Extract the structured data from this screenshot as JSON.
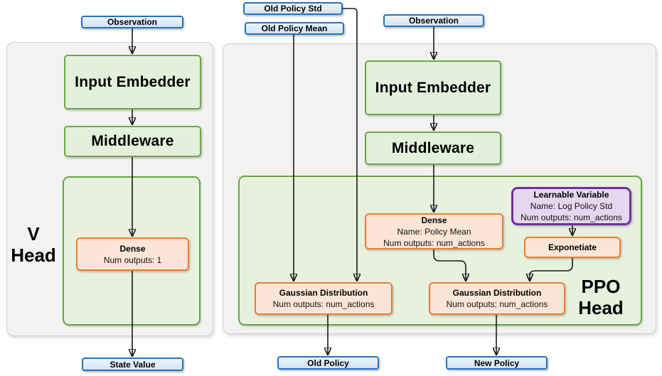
{
  "nodes": {
    "observation_left": {
      "label": "Observation"
    },
    "observation_right": {
      "label": "Observation"
    },
    "old_policy_std": {
      "label": "Old Policy Std"
    },
    "old_policy_mean": {
      "label": "Old Policy Mean"
    },
    "input_embedder_left": {
      "label": "Input Embedder"
    },
    "input_embedder_right": {
      "label": "Input Embedder"
    },
    "middleware_left": {
      "label": "Middleware"
    },
    "middleware_right": {
      "label": "Middleware"
    },
    "v_head": {
      "label_line1": "V",
      "label_line2": "Head"
    },
    "ppo_head": {
      "label_line1": "PPO",
      "label_line2": "Head"
    },
    "dense_v": {
      "title": "Dense",
      "lines": [
        "Num outputs: 1"
      ]
    },
    "dense_policy_mean": {
      "title": "Dense",
      "lines": [
        "Name: Policy Mean",
        "Num outputs: num_actions"
      ]
    },
    "learnable_variable": {
      "title": "Learnable Variable",
      "lines": [
        "Name: Log Policy Std",
        "Num outputs: num_actions"
      ]
    },
    "exponetiate": {
      "label": "Exponetiate"
    },
    "gaussian_old": {
      "title": "Gaussian Distribution",
      "lines": [
        "Num outputs: num_actions"
      ]
    },
    "gaussian_new": {
      "title": "Gaussian Distribution",
      "lines": [
        "Num outputs: num_actions"
      ]
    },
    "state_value": {
      "label": "State Value"
    },
    "old_policy": {
      "label": "Old Policy"
    },
    "new_policy": {
      "label": "New Policy"
    }
  },
  "colors": {
    "blue_fill": "#d2e4f6",
    "blue_border": "#2273c3",
    "green_fill": "#e3f0dc",
    "green_border": "#6aaa43",
    "inner_green_fill": "#e7f1de",
    "inner_green_border": "#64a63e",
    "orange_fill": "#fbe5d6",
    "orange_border": "#ed7d31",
    "purple_fill": "#e5d7f0",
    "purple_border": "#7030a0",
    "panel_fill": "#f2f2f2",
    "panel_border": "#cfcfcf",
    "connector": "#1a1a1a"
  }
}
